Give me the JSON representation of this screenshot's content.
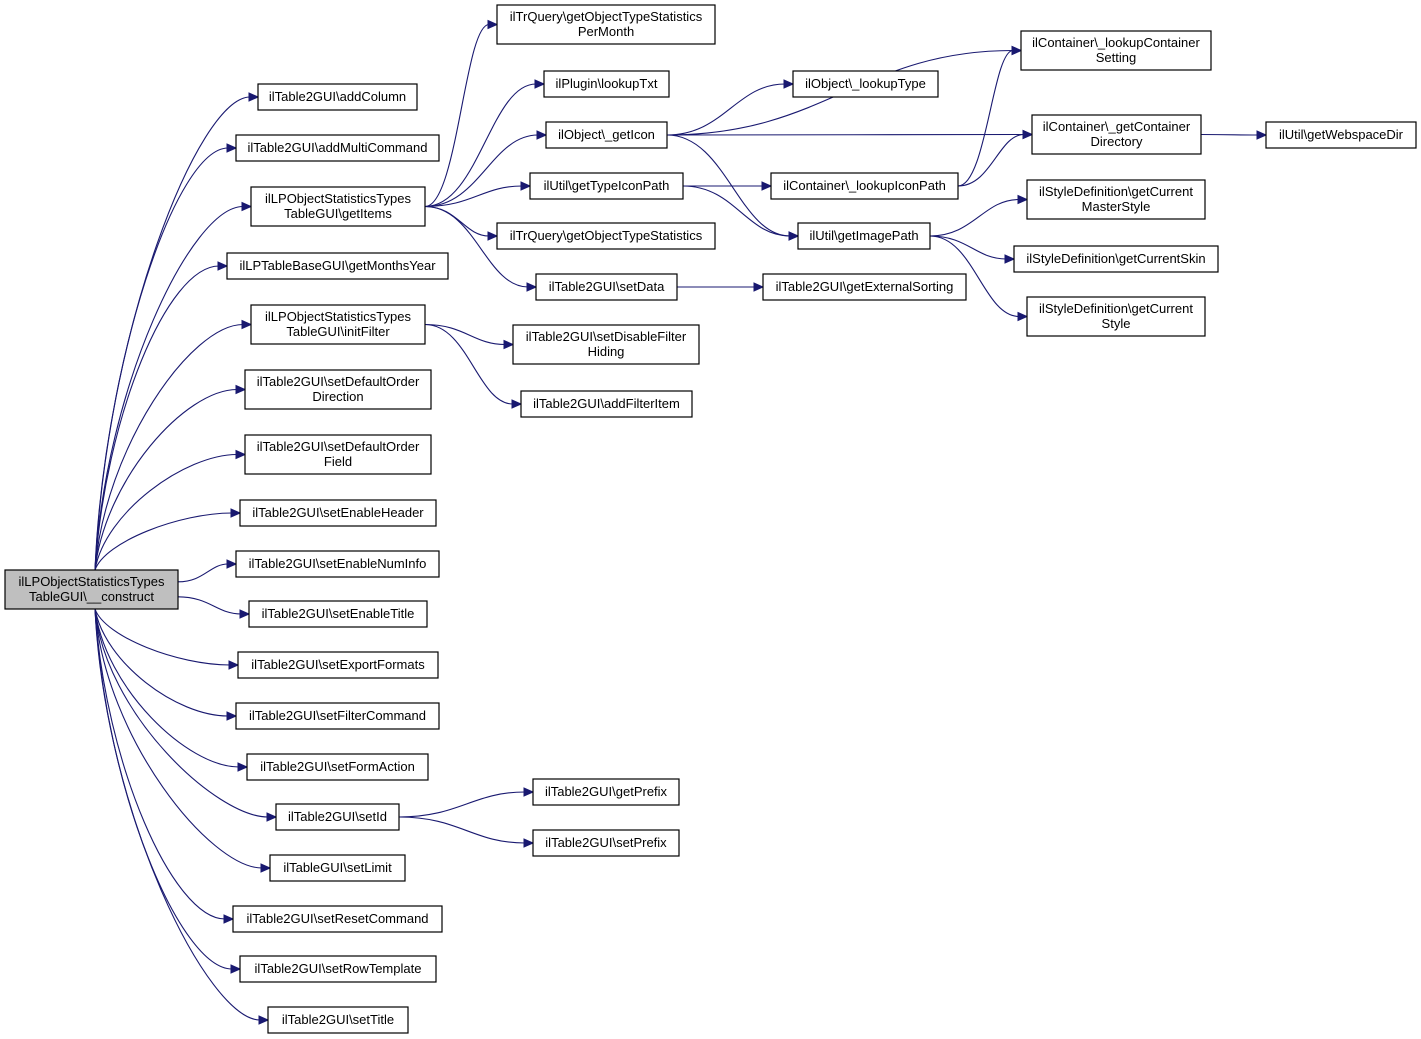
{
  "diagram": {
    "nodes": [
      {
        "id": "root",
        "lines": [
          "ilLPObjectStatisticsTypes",
          "TableGUI\\__construct"
        ],
        "highlight": true
      },
      {
        "id": "addColumn",
        "lines": [
          "ilTable2GUI\\addColumn"
        ]
      },
      {
        "id": "addMultiCommand",
        "lines": [
          "ilTable2GUI\\addMultiCommand"
        ]
      },
      {
        "id": "getItems",
        "lines": [
          "ilLPObjectStatisticsTypes",
          "TableGUI\\getItems"
        ]
      },
      {
        "id": "getMonthsYear",
        "lines": [
          "ilLPTableBaseGUI\\getMonthsYear"
        ]
      },
      {
        "id": "initFilter",
        "lines": [
          "ilLPObjectStatisticsTypes",
          "TableGUI\\initFilter"
        ]
      },
      {
        "id": "setDefaultOrderDirection",
        "lines": [
          "ilTable2GUI\\setDefaultOrder",
          "Direction"
        ]
      },
      {
        "id": "setDefaultOrderField",
        "lines": [
          "ilTable2GUI\\setDefaultOrder",
          "Field"
        ]
      },
      {
        "id": "setEnableHeader",
        "lines": [
          "ilTable2GUI\\setEnableHeader"
        ]
      },
      {
        "id": "setEnableNumInfo",
        "lines": [
          "ilTable2GUI\\setEnableNumInfo"
        ]
      },
      {
        "id": "setEnableTitle",
        "lines": [
          "ilTable2GUI\\setEnableTitle"
        ]
      },
      {
        "id": "setExportFormats",
        "lines": [
          "ilTable2GUI\\setExportFormats"
        ]
      },
      {
        "id": "setFilterCommand",
        "lines": [
          "ilTable2GUI\\setFilterCommand"
        ]
      },
      {
        "id": "setFormAction",
        "lines": [
          "ilTable2GUI\\setFormAction"
        ]
      },
      {
        "id": "setId",
        "lines": [
          "ilTable2GUI\\setId"
        ]
      },
      {
        "id": "setLimit",
        "lines": [
          "ilTableGUI\\setLimit"
        ]
      },
      {
        "id": "setResetCommand",
        "lines": [
          "ilTable2GUI\\setResetCommand"
        ]
      },
      {
        "id": "setRowTemplate",
        "lines": [
          "ilTable2GUI\\setRowTemplate"
        ]
      },
      {
        "id": "setTitle",
        "lines": [
          "ilTable2GUI\\setTitle"
        ]
      },
      {
        "id": "trqPerMonth",
        "lines": [
          "ilTrQuery\\getObjectTypeStatistics",
          "PerMonth"
        ]
      },
      {
        "id": "lookupTxt",
        "lines": [
          "ilPlugin\\lookupTxt"
        ]
      },
      {
        "id": "getIcon",
        "lines": [
          "ilObject\\_getIcon"
        ]
      },
      {
        "id": "getTypeIconPath",
        "lines": [
          "ilUtil\\getTypeIconPath"
        ]
      },
      {
        "id": "trqStats",
        "lines": [
          "ilTrQuery\\getObjectTypeStatistics"
        ]
      },
      {
        "id": "setData",
        "lines": [
          "ilTable2GUI\\setData"
        ]
      },
      {
        "id": "setDisableFilterHiding",
        "lines": [
          "ilTable2GUI\\setDisableFilter",
          "Hiding"
        ]
      },
      {
        "id": "addFilterItem",
        "lines": [
          "ilTable2GUI\\addFilterItem"
        ]
      },
      {
        "id": "getPrefix",
        "lines": [
          "ilTable2GUI\\getPrefix"
        ]
      },
      {
        "id": "setPrefix",
        "lines": [
          "ilTable2GUI\\setPrefix"
        ]
      },
      {
        "id": "lookupType",
        "lines": [
          "ilObject\\_lookupType"
        ]
      },
      {
        "id": "lookupIconPath",
        "lines": [
          "ilContainer\\_lookupIconPath"
        ]
      },
      {
        "id": "getImagePath",
        "lines": [
          "ilUtil\\getImagePath"
        ]
      },
      {
        "id": "getExternalSorting",
        "lines": [
          "ilTable2GUI\\getExternalSorting"
        ]
      },
      {
        "id": "lookupContainerSetting",
        "lines": [
          "ilContainer\\_lookupContainer",
          "Setting"
        ]
      },
      {
        "id": "getContainerDirectory",
        "lines": [
          "ilContainer\\_getContainer",
          "Directory"
        ]
      },
      {
        "id": "getCurrentMasterStyle",
        "lines": [
          "ilStyleDefinition\\getCurrent",
          "MasterStyle"
        ]
      },
      {
        "id": "getCurrentSkin",
        "lines": [
          "ilStyleDefinition\\getCurrentSkin"
        ]
      },
      {
        "id": "getCurrentStyle",
        "lines": [
          "ilStyleDefinition\\getCurrent",
          "Style"
        ]
      },
      {
        "id": "getWebspaceDir",
        "lines": [
          "ilUtil\\getWebspaceDir"
        ]
      }
    ],
    "edges": [
      [
        "root",
        "addColumn"
      ],
      [
        "root",
        "addMultiCommand"
      ],
      [
        "root",
        "getItems"
      ],
      [
        "root",
        "getMonthsYear"
      ],
      [
        "root",
        "initFilter"
      ],
      [
        "root",
        "setDefaultOrderDirection"
      ],
      [
        "root",
        "setDefaultOrderField"
      ],
      [
        "root",
        "setEnableHeader"
      ],
      [
        "root",
        "setEnableNumInfo"
      ],
      [
        "root",
        "setEnableTitle"
      ],
      [
        "root",
        "setExportFormats"
      ],
      [
        "root",
        "setFilterCommand"
      ],
      [
        "root",
        "setFormAction"
      ],
      [
        "root",
        "setId"
      ],
      [
        "root",
        "setLimit"
      ],
      [
        "root",
        "setResetCommand"
      ],
      [
        "root",
        "setRowTemplate"
      ],
      [
        "root",
        "setTitle"
      ],
      [
        "getItems",
        "trqPerMonth"
      ],
      [
        "getItems",
        "lookupTxt"
      ],
      [
        "getItems",
        "getIcon"
      ],
      [
        "getItems",
        "getTypeIconPath"
      ],
      [
        "getItems",
        "trqStats"
      ],
      [
        "getItems",
        "setData"
      ],
      [
        "initFilter",
        "setDisableFilterHiding"
      ],
      [
        "initFilter",
        "addFilterItem"
      ],
      [
        "setId",
        "getPrefix"
      ],
      [
        "setId",
        "setPrefix"
      ],
      [
        "getIcon",
        "lookupContainerSetting"
      ],
      [
        "getIcon",
        "lookupType"
      ],
      [
        "getIcon",
        "getContainerDirectory"
      ],
      [
        "getIcon",
        "getImagePath"
      ],
      [
        "getTypeIconPath",
        "lookupIconPath"
      ],
      [
        "getTypeIconPath",
        "getImagePath"
      ],
      [
        "setData",
        "getExternalSorting"
      ],
      [
        "lookupIconPath",
        "lookupContainerSetting"
      ],
      [
        "lookupIconPath",
        "getContainerDirectory"
      ],
      [
        "getImagePath",
        "getCurrentMasterStyle"
      ],
      [
        "getImagePath",
        "getCurrentSkin"
      ],
      [
        "getImagePath",
        "getCurrentStyle"
      ],
      [
        "getContainerDirectory",
        "getWebspaceDir"
      ]
    ]
  }
}
